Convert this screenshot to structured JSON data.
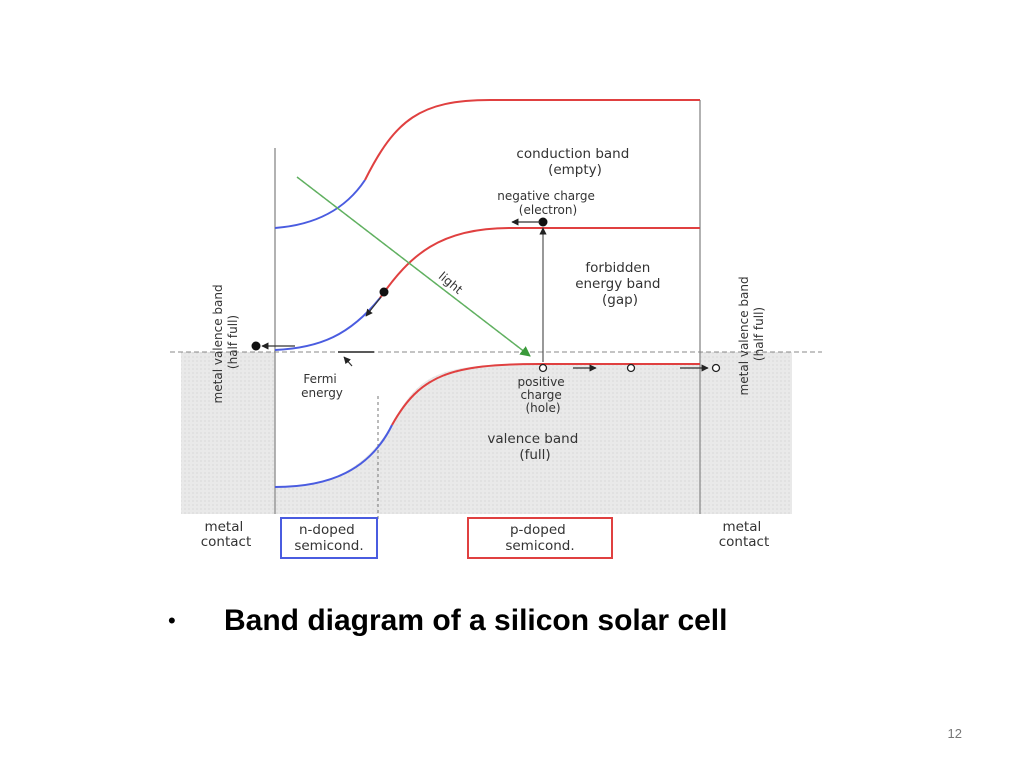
{
  "diagram": {
    "labels": {
      "conduction_band": [
        "conduction band",
        "(empty)"
      ],
      "negative_charge": [
        "negative charge",
        "(electron)"
      ],
      "forbidden_band": [
        "forbidden",
        "energy band",
        "(gap)"
      ],
      "light": "light",
      "fermi_energy": [
        "Fermi",
        "energy"
      ],
      "positive_charge": [
        "positive",
        "charge",
        "(hole)"
      ],
      "valence_band": [
        "valence band",
        "(full)"
      ],
      "metal_valence_left": [
        "metal valence band",
        "(half full)"
      ],
      "metal_valence_right": [
        "metal valence band",
        "(half full)"
      ],
      "metal_contact_left": [
        "metal",
        "contact"
      ],
      "n_doped": [
        "n-doped",
        "semicond."
      ],
      "p_doped": [
        "p-doped",
        "semicond."
      ],
      "metal_contact_right": [
        "metal",
        "contact"
      ]
    },
    "colors": {
      "n_region": "#4a5ce0",
      "p_region": "#e04040",
      "light": "#60b060",
      "shade": "#e6e6e6"
    }
  },
  "caption": {
    "bullet": "•",
    "text": "Band diagram of a silicon solar cell"
  },
  "page_number": "12"
}
